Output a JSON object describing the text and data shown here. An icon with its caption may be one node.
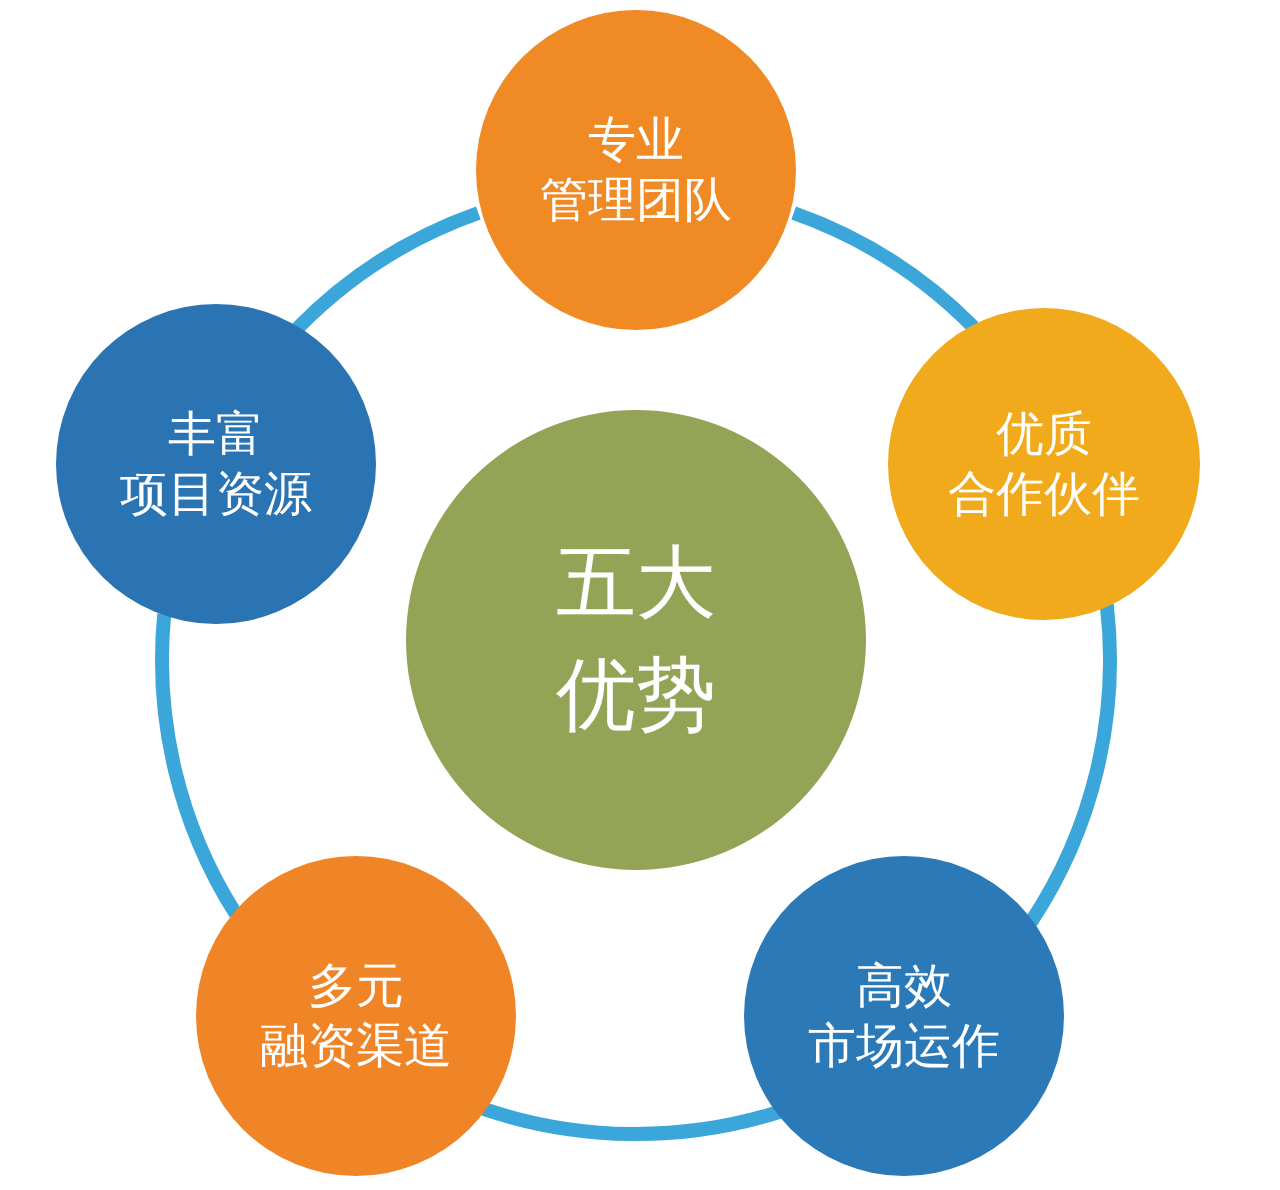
{
  "diagram": {
    "nodes": [
      {
        "text": [
          "五大优势"
        ]
      },
      {
        "text": [
          "专业",
          "管理团队"
        ]
      },
      {
        "text": [
          "优质",
          "合作伙伴"
        ]
      },
      {
        "text": [
          "高效",
          "市场运作"
        ]
      },
      {
        "text": [
          "多元",
          "融资渠道"
        ]
      },
      {
        "text": [
          "丰富",
          "项目资源"
        ]
      }
    ],
    "edges": [
      {
        "from": 1,
        "to": 2,
        "arrow": "none"
      },
      {
        "from": 2,
        "to": 3,
        "arrow": "none"
      },
      {
        "from": 3,
        "to": 4,
        "arrow": "none"
      },
      {
        "from": 4,
        "to": 5,
        "arrow": "none"
      },
      {
        "from": 5,
        "to": 1,
        "arrow": "none"
      }
    ]
  }
}
